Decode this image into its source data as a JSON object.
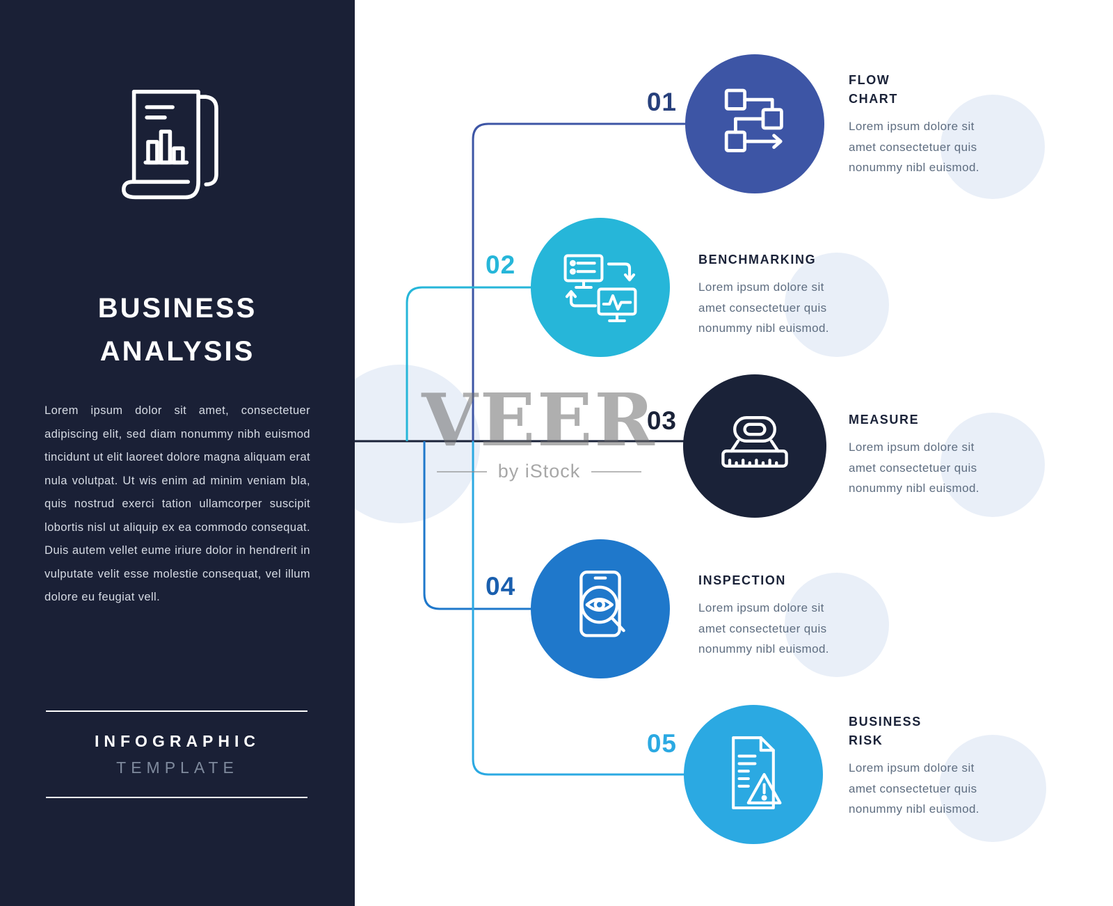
{
  "watermark": {
    "brand": "VEER",
    "subtitle": "by iStock"
  },
  "sidebar": {
    "background": "#1a2036",
    "icon": "report-chart-icon",
    "title_lines": [
      "BUSINESS",
      "ANALYSIS"
    ],
    "paragraph": "Lorem ipsum dolor sit amet, consectetuer adipiscing elit, sed diam nonummy nibh euismod tincidunt ut elit laoreet dolore magna aliquam erat nula volutpat. Ut wis enim ad minim veniam bla, quis nostrud exerci tation ullamcorper suscipit lobortis nisl ut aliquip ex ea commodo consequat. Duis autem vellet eume iriure dolor in hendrerit in vulputate velit esse molestie consequat, vel illum dolore eu feugiat vell.",
    "footer_title": "INFOGRAPHIC",
    "footer_subtitle": "TEMPLATE"
  },
  "steps": [
    {
      "number": "01",
      "title_lines": [
        "FLOW",
        "CHART"
      ],
      "body_lines": [
        "Lorem ipsum dolore sit",
        "amet consectetuer quis",
        "nonummy nibl euismod."
      ],
      "icon": "flowchart-icon",
      "colors": {
        "circle": "#3d55a5",
        "number": "#27407c",
        "line": "#3d55a5"
      }
    },
    {
      "number": "02",
      "title_lines": [
        "BENCHMARKING"
      ],
      "body_lines": [
        "Lorem ipsum dolore sit",
        "amet consectetuer quis",
        "nonummy nibl euismod."
      ],
      "icon": "benchmarking-icon",
      "colors": {
        "circle": "#26b6d9",
        "number": "#26b6d9",
        "line": "#26b6d9"
      }
    },
    {
      "number": "03",
      "title_lines": [
        "MEASURE"
      ],
      "body_lines": [
        "Lorem ipsum dolore sit",
        "amet consectetuer quis",
        "nonummy nibl euismod."
      ],
      "icon": "measure-tape-icon",
      "colors": {
        "circle": "#1a2238",
        "number": "#1a2238",
        "line": "#1a2238"
      }
    },
    {
      "number": "04",
      "title_lines": [
        "INSPECTION"
      ],
      "body_lines": [
        "Lorem ipsum dolore sit",
        "amet consectetuer quis",
        "nonummy nibl euismod."
      ],
      "icon": "inspection-magnifier-icon",
      "colors": {
        "circle": "#1f78cb",
        "number": "#1a5fae",
        "line": "#1f78cb"
      }
    },
    {
      "number": "05",
      "title_lines": [
        "BUSINESS",
        "RISK"
      ],
      "body_lines": [
        "Lorem ipsum dolore sit",
        "amet consectetuer quis",
        "nonummy nibl euismod."
      ],
      "icon": "document-risk-icon",
      "colors": {
        "circle": "#2ba9e2",
        "number": "#2ba9e2",
        "line": "#2ba9e2"
      }
    }
  ],
  "decor": {
    "circle_color": "#e9eff8"
  }
}
